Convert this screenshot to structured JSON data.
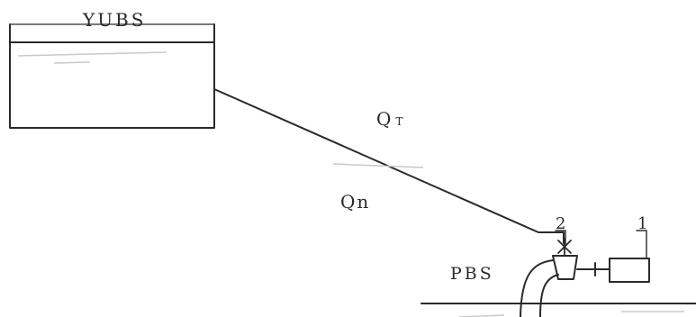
{
  "labels": {
    "upper_reservoir": "YUBS",
    "flow_top": "Q",
    "flow_top_subscript": "T",
    "flow_pipe": "Qn",
    "lower_basin": "PBS",
    "item_2": "2",
    "item_1": "1"
  },
  "colors": {
    "line": "#2a2a2a",
    "background": "#ffffff"
  }
}
